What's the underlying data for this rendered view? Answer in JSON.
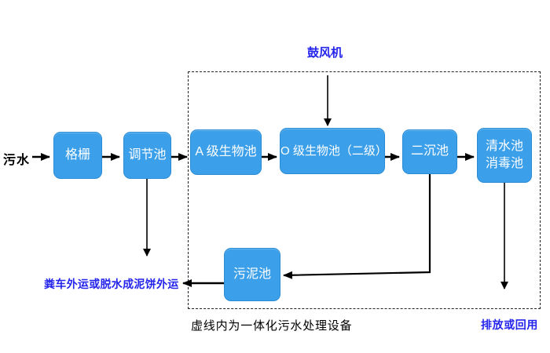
{
  "diagram": {
    "source_label": "污水",
    "blower_label": "鼓风机",
    "nodes": {
      "grille": "格栅",
      "regulating_tank": "调节池",
      "a_bio_tank": "A 级生物池",
      "o_bio_tank": "O 级生物池（二级）",
      "secondary_sedimentation_tank": "二沉池",
      "clear_water_tank_line1": "清水池",
      "clear_water_tank_line2": "消毒池",
      "sludge_tank": "污泥池"
    },
    "labels": {
      "sludge_disposal": "粪车外运或脱水成泥饼外运",
      "discharge_or_reuse": "排放或回用",
      "dashed_box_caption": "虚线内为一体化污水处理设备"
    },
    "colors": {
      "box_fill": "#3B9FE9",
      "box_border": "#2B8CD6",
      "box_text": "#FFFFFF",
      "blue_label_text": "#2424EC",
      "black_text": "#000000",
      "arrow": "#000000",
      "dashed_border": "#222222",
      "background": "#FFFFFF"
    }
  }
}
